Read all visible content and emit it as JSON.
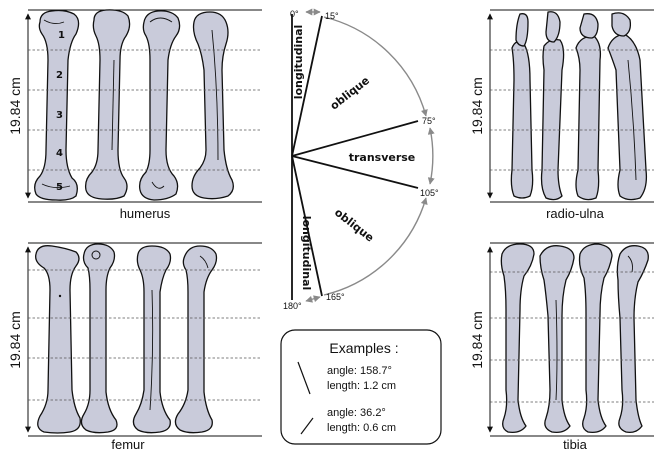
{
  "panels": {
    "humerus": {
      "label": "humerus",
      "scale": "19.84 cm",
      "segments": [
        "1",
        "2",
        "3",
        "4",
        "5"
      ]
    },
    "femur": {
      "label": "femur",
      "scale": "19.84 cm"
    },
    "radio_ulna": {
      "label": "radio-ulna",
      "scale": "19.84 cm"
    },
    "tibia": {
      "label": "tibia",
      "scale": "19.84 cm"
    }
  },
  "orientation": {
    "angles": [
      "0°",
      "15°",
      "75°",
      "105°",
      "165°",
      "180°"
    ],
    "classes": {
      "longitudinal_top": "longitudinal",
      "oblique_top": "oblique",
      "transverse": "transverse",
      "oblique_bottom": "oblique",
      "longitudinal_bottom": "longitudinal"
    }
  },
  "examples": {
    "title": "Examples :",
    "items": [
      {
        "angle": "angle: 158.7°",
        "length": "length: 1.2 cm"
      },
      {
        "angle": "angle: 36.2°",
        "length": "length: 0.6 cm"
      }
    ]
  },
  "colors": {
    "bone_fill": "#c9cbda",
    "arc": "#8a8a8a"
  }
}
